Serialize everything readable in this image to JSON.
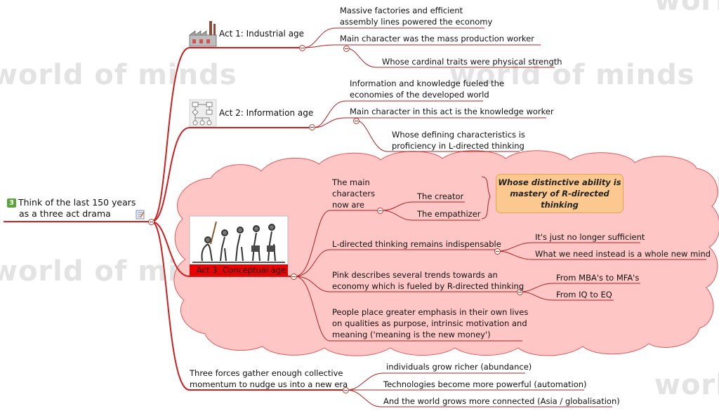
{
  "watermark": "world of minds",
  "root": {
    "number": "3",
    "label_line1": "Think of the last 150 years",
    "label_line2": "as a three act drama"
  },
  "act1": {
    "title": "Act 1: Industrial age",
    "icon": "factory-icon",
    "items": [
      {
        "line1": "Massive factories and efficient",
        "line2": "assembly lines powered the economy"
      },
      {
        "line1": "Main character was the mass production worker"
      },
      {
        "line1": "Whose cardinal traits were physical strength"
      }
    ]
  },
  "act2": {
    "title": "Act 2: Information age",
    "icon": "flowchart-icon",
    "items": [
      {
        "line1": "Information and knowledge fueled the",
        "line2": "economies of the developed world"
      },
      {
        "line1": "Main character in this act is the knowledge worker"
      },
      {
        "line1": "Whose defining characteristics is",
        "line2": "proficiency in L-directed thinking"
      }
    ]
  },
  "act3": {
    "title": "Act 3: Conceptual age",
    "image": "evolution-illustration",
    "main_characters": {
      "line1": "The main",
      "line2": "characters",
      "line3": "now are"
    },
    "creator": "The creator",
    "empathizer": "The empathizer",
    "callout": {
      "line1": "Whose distinctive ability is",
      "line2": "mastery of R-directed",
      "line3": "thinking"
    },
    "ldirected": "L-directed thinking remains indispensable",
    "ld_sub1": "It's just no longer sufficient",
    "ld_sub2": "What we need instead is a whole new mind",
    "pink": {
      "line1": "Pink describes several trends towards an",
      "line2": "economy which is fueled by R-directed thinking"
    },
    "pink_sub1": "From MBA's to MFA's",
    "pink_sub2": "From IQ to EQ",
    "people": {
      "line1": "People place greater emphasis in their own lives",
      "line2": "on qualities as purpose, intrinsic motivation and",
      "line3": "meaning ('meaning is the new money')"
    }
  },
  "forces": {
    "line1": "Three forces gather enough collective",
    "line2": "momentum to nudge us into a new era",
    "items": [
      "individuals grow richer (abundance)",
      "Technologies become more powerful (automation)",
      "And the world grows more connected (Asia / globalisation)"
    ]
  },
  "colors": {
    "branch": "#cc1f1f",
    "underline": "#b02020",
    "cloud": "#ffc6c6",
    "callout": "#fbc98f"
  }
}
